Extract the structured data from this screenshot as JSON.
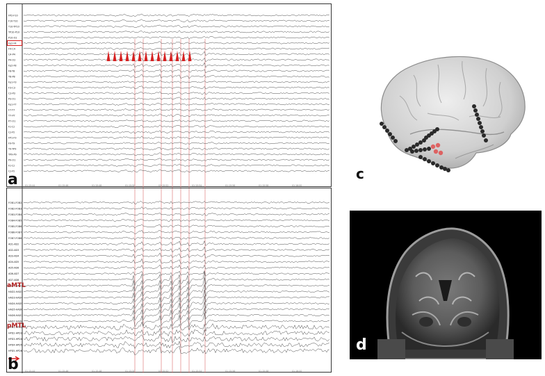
{
  "panels": {
    "a": {
      "letter": "a",
      "channels": [
        "FP2-F10",
        "F10-T10",
        "T10-TP10",
        "TP10-P10",
        "P10-O2",
        "Fp2-F4",
        "F4-C4",
        "C4-P4",
        "P4-O2",
        "Fp2-F8",
        "F8-T8",
        "T8-P8",
        "Fp1-F3",
        "F3-C3",
        "C3-P3",
        "P3-O1",
        "Fp1-F7",
        "F7-T7",
        "T7-P7",
        "P7-O1",
        "Fz-Cz",
        "Cz-Pz",
        "FP1-F9",
        "F9-T9",
        "T9-TP9",
        "TP9-P9",
        "P9-O1",
        "Fz-Cz",
        "Cz-Pz"
      ],
      "highlighted_channel": "Fp2-F4",
      "time_labels": [
        "01:15:44",
        "01:15:46",
        "01:15:48",
        "01:15:50",
        "01:15:52",
        "01:15:54",
        "01:15:56",
        "01:15:58",
        "01:16:00"
      ]
    },
    "b": {
      "letter": "b",
      "channels": [
        "FOB1-FOB2",
        "FOB2-FOB3",
        "FOB3-FOB4",
        "FOB4-FOB5",
        "FOB5-FOB6",
        "FOB6-FOB7",
        "FOB7-FOB8",
        "AD1-AD2",
        "AD2-AD3",
        "AD3-AD4",
        "AD4-AD5",
        "AD5-AD6",
        "AD6-AD7",
        "AD7-AD8",
        "HAD1-HAD2",
        "HAD2-HAD3",
        "HAD3-HAD4",
        "HAD4-HAD5",
        "HAD5-HAD6",
        "HAD6-HAD7",
        "HAD7-HAD8",
        "HPD1-HPD2",
        "HPD2-HPD3",
        "HPD3-HPD4",
        "HPD4-HPD5",
        "HPD5-HPD6"
      ],
      "region_labels": [
        "aMTL",
        "pMTL"
      ],
      "region_color": "#b22222",
      "time_labels": [
        "01:15:44",
        "01:15:46",
        "01:15:48",
        "01:15:50",
        "01:15:52",
        "01:15:54",
        "01:15:56",
        "01:15:58",
        "01:16:00"
      ]
    },
    "c": {
      "letter": "c"
    },
    "d": {
      "letter": "d"
    }
  },
  "colors": {
    "trace": "#4a4a4a",
    "marker": "#d62020",
    "sync_line": "#e08080",
    "highlight_box": "#d62020"
  }
}
